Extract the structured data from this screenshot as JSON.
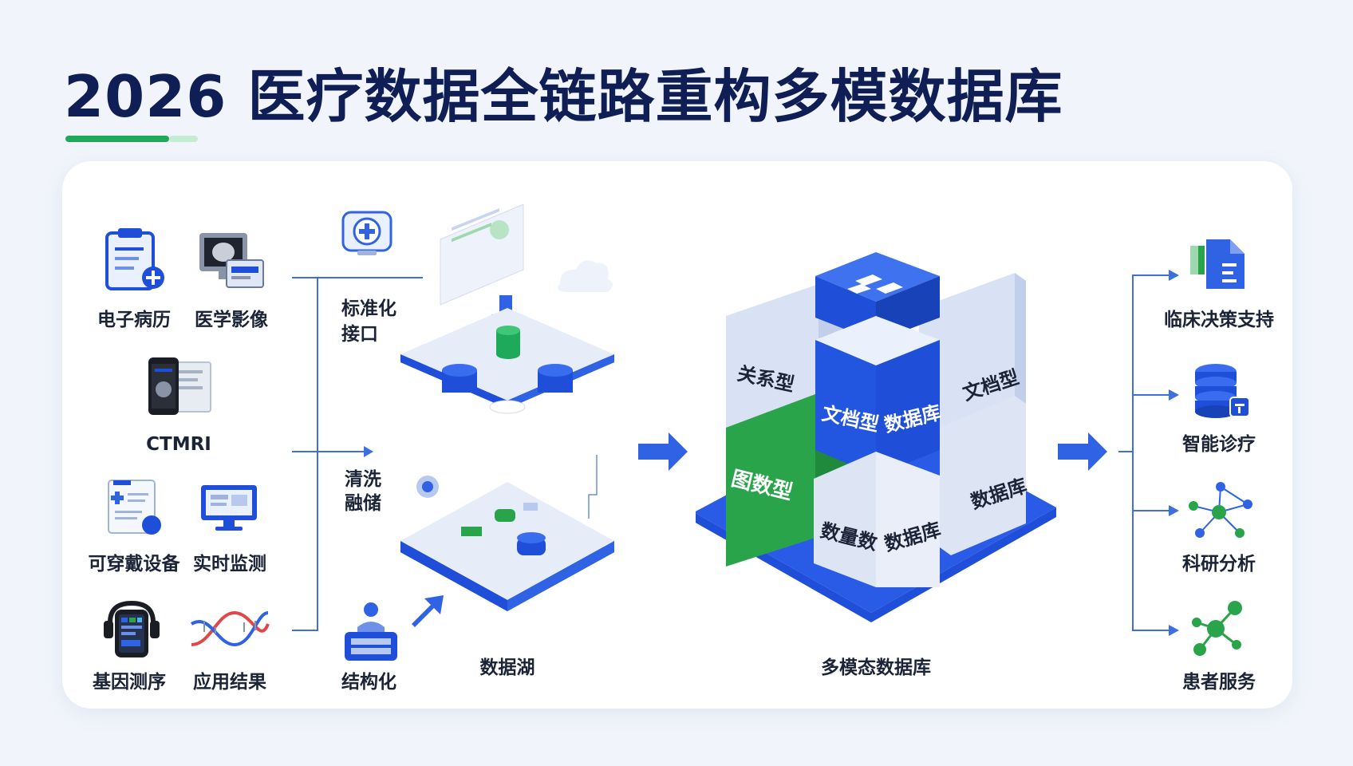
{
  "title": "2026  医疗数据全链路重构多模数据库",
  "sources": [
    {
      "id": "emr",
      "label": "电子病历",
      "icon": "clipboard-icon"
    },
    {
      "id": "imaging",
      "label": "医学影像",
      "icon": "medical-monitor-icon"
    },
    {
      "id": "ctmri",
      "label": "CTMRI",
      "icon": "phone-scan-icon"
    },
    {
      "id": "wearable",
      "label": "可穿戴设备",
      "icon": "medical-form-icon"
    },
    {
      "id": "monitor",
      "label": "实时监测",
      "icon": "monitor-icon"
    },
    {
      "id": "gene",
      "label": "基因测序",
      "icon": "smartwatch-icon"
    },
    {
      "id": "results",
      "label": "应用结果",
      "icon": "dna-icon"
    }
  ],
  "steps": {
    "standard_1": "标准化",
    "standard_2": "接口",
    "clean_1": "清洗",
    "clean_2": "融储",
    "structure": "结构化"
  },
  "data_lake_label": "数据湖",
  "multimodel": {
    "label": "多模态数据库",
    "relational": "关系型",
    "document_top": "文档型",
    "document_right": "文档型",
    "database_front": "数据库",
    "graph": "图数型",
    "database_right": "数据库",
    "vector_1": "数量数",
    "vector_2": "数据库"
  },
  "outputs": [
    {
      "label": "临床决策支持",
      "icon": "document-icon"
    },
    {
      "label": "智能诊疗",
      "icon": "database-icon"
    },
    {
      "label": "科研分析",
      "icon": "network-icon"
    },
    {
      "label": "患者服务",
      "icon": "molecule-icon"
    }
  ],
  "colors": {
    "brand_blue": "#1f4fd8",
    "light_blue": "#dfe6f6",
    "green": "#2aa44a",
    "navy": "#0f1f55"
  }
}
